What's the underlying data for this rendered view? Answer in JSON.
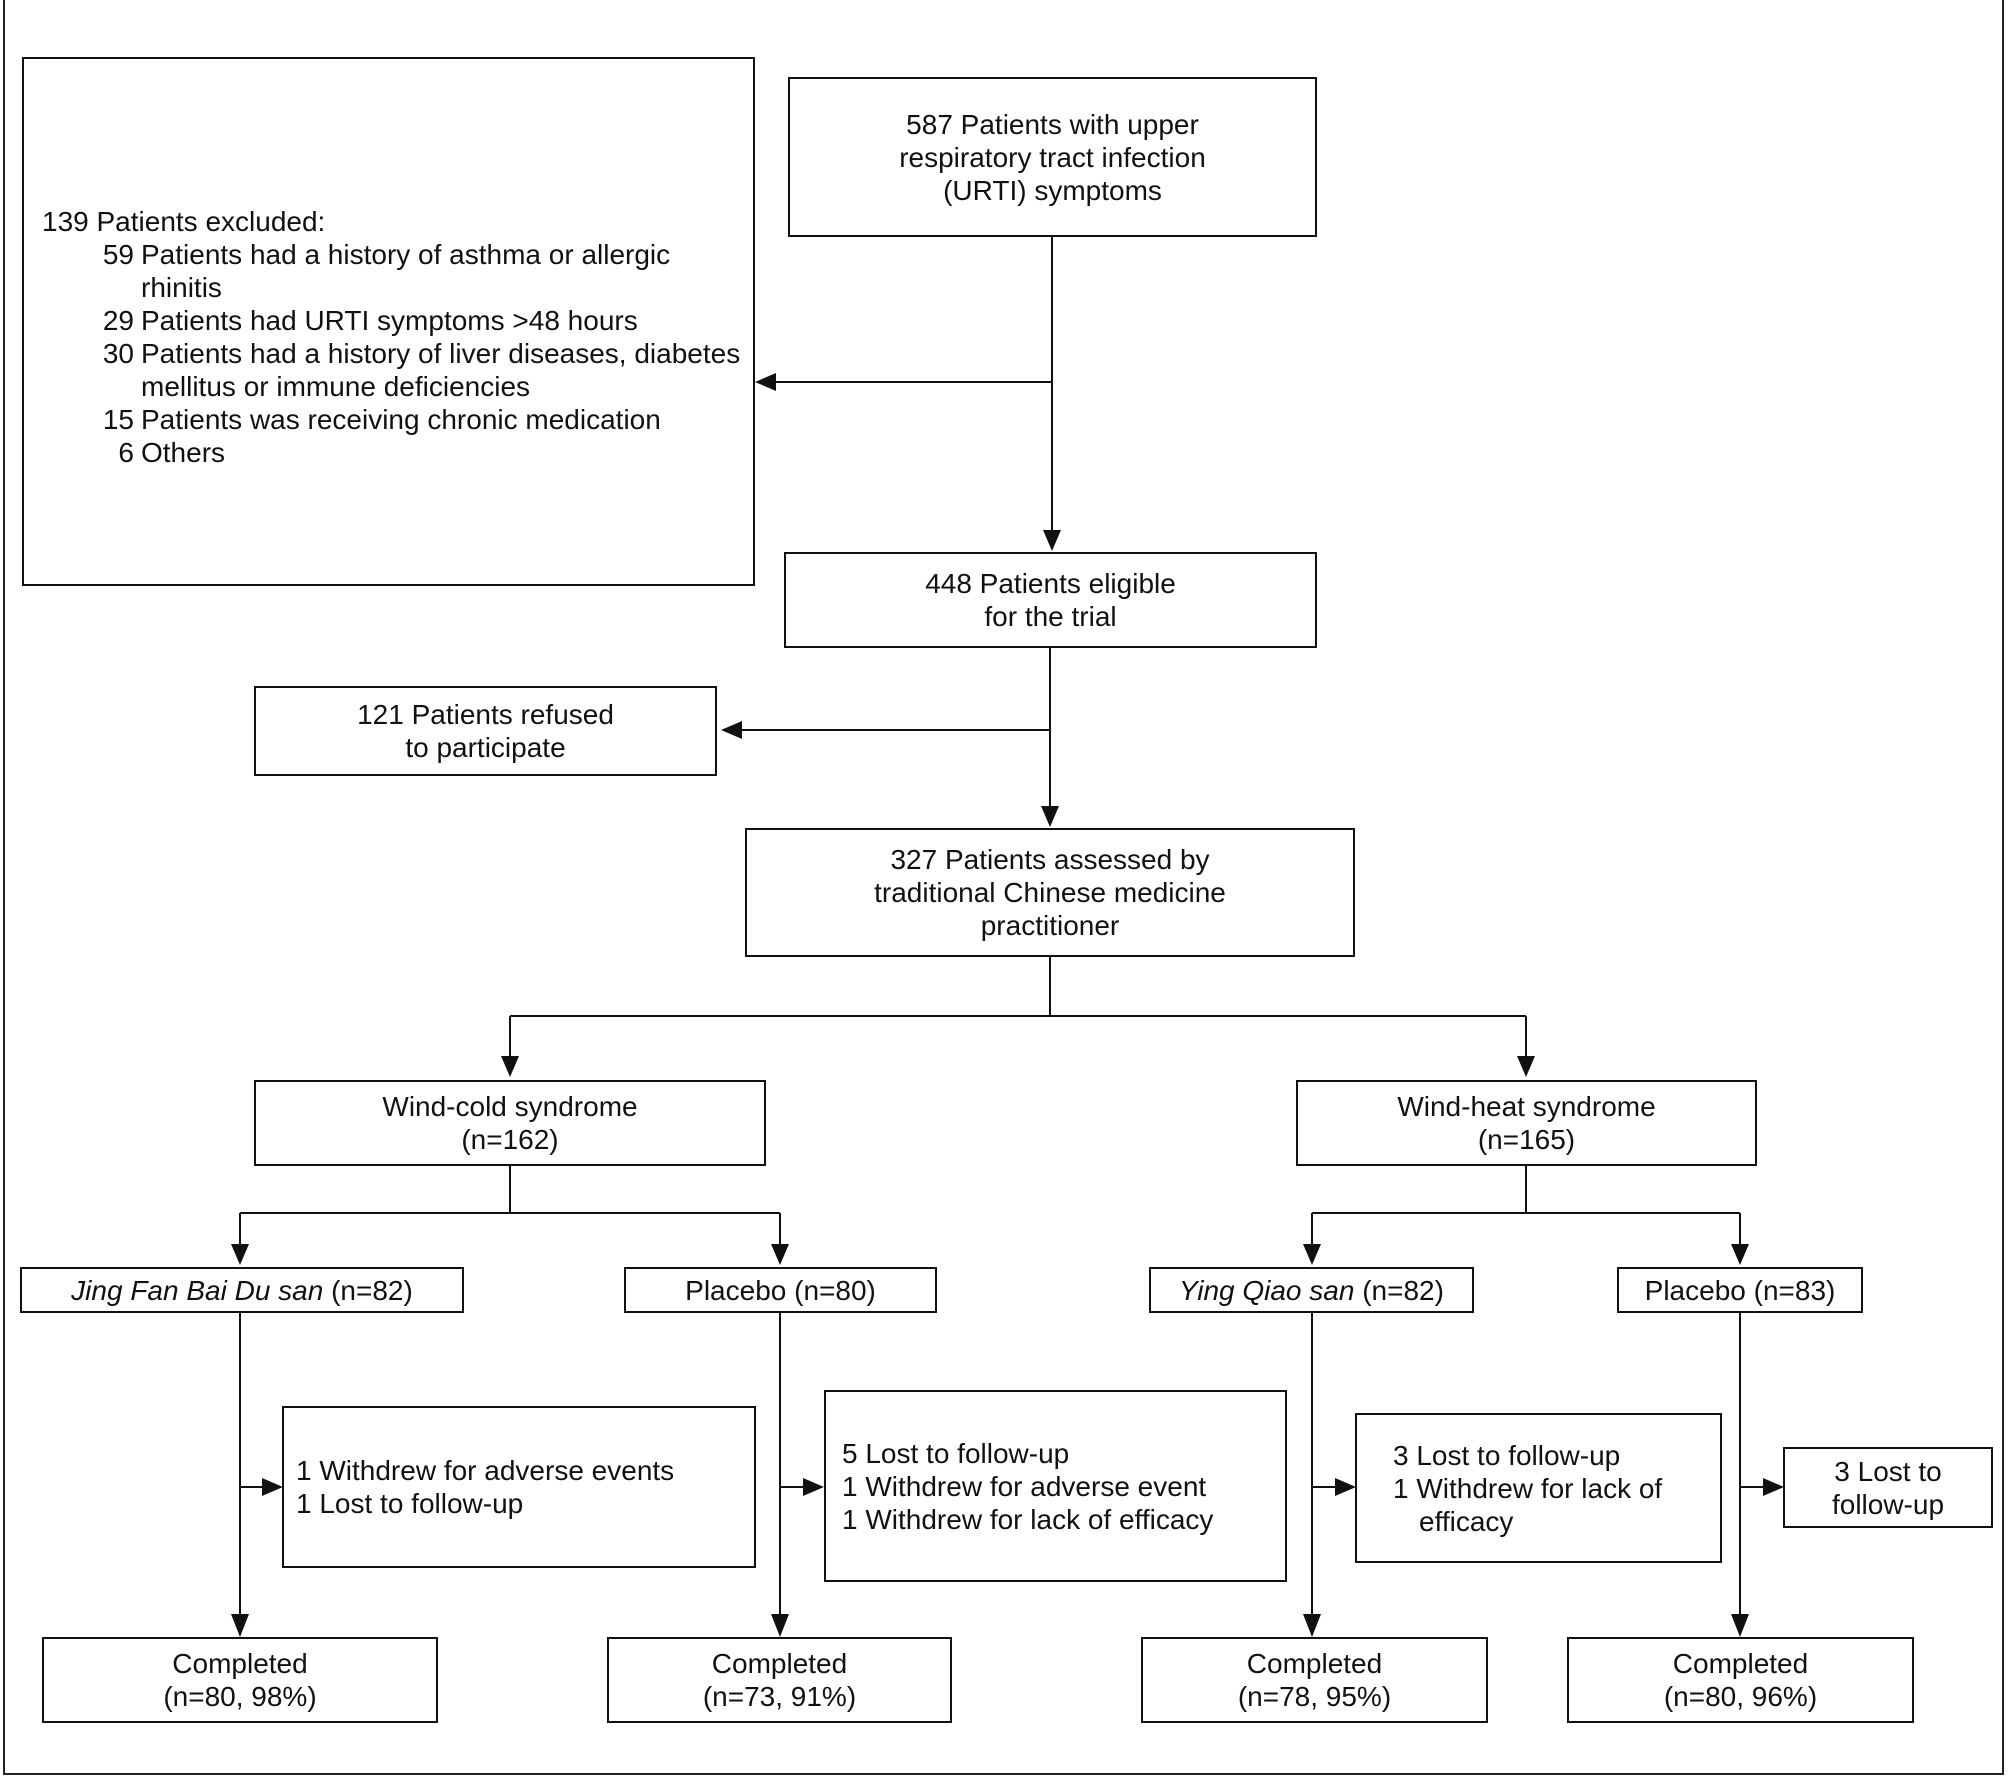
{
  "nodes": {
    "screened": [
      "587 Patients with upper",
      "respiratory tract infection",
      "(URTI) symptoms"
    ],
    "eligible": [
      "448 Patients eligible",
      "for the trial"
    ],
    "refused": [
      "121 Patients refused",
      "to participate"
    ],
    "assessed": [
      "327 Patients assessed by",
      "traditional Chinese medicine",
      "practitioner"
    ],
    "wind_cold": [
      "Wind-cold syndrome",
      "(n=162)"
    ],
    "wind_heat": [
      "Wind-heat syndrome",
      "(n=165)"
    ]
  },
  "excluded": {
    "header": "139 Patients excluded:",
    "items": [
      {
        "count": "59",
        "lines": [
          "Patients had a history of asthma or allergic",
          "rhinitis"
        ]
      },
      {
        "count": "29",
        "lines": [
          "Patients had URTI symptoms >48 hours"
        ]
      },
      {
        "count": "30",
        "lines": [
          "Patients had a history of liver diseases, diabetes",
          "mellitus or immune deficiencies"
        ]
      },
      {
        "count": "15",
        "lines": [
          "Patients was receiving chronic medication"
        ]
      },
      {
        "count": "6",
        "lines": [
          "Others"
        ]
      }
    ]
  },
  "arms": [
    {
      "name_italic": "Jing Fan Bai Du san",
      "name_plain": " (n=82)",
      "dropouts": [
        "1 Withdrew for adverse events",
        "1 Lost to follow-up"
      ],
      "completed": [
        "Completed",
        "(n=80, 98%)"
      ]
    },
    {
      "name_italic": "",
      "name_plain": "Placebo (n=80)",
      "dropouts": [
        "5 Lost to follow-up",
        "1 Withdrew for adverse event",
        "1 Withdrew for lack of efficacy"
      ],
      "completed": [
        "Completed",
        "(n=73, 91%)"
      ]
    },
    {
      "name_italic": "Ying Qiao san",
      "name_plain": " (n=82)",
      "dropouts": [
        "3 Lost to follow-up",
        "1 Withdrew for lack of",
        "efficacy"
      ],
      "completed": [
        "Completed",
        "(n=78, 95%)"
      ]
    },
    {
      "name_italic": "",
      "name_plain": "Placebo (n=83)",
      "dropouts": [
        "3 Lost to",
        "follow-up"
      ],
      "completed": [
        "Completed",
        "(n=80, 96%)"
      ]
    }
  ]
}
